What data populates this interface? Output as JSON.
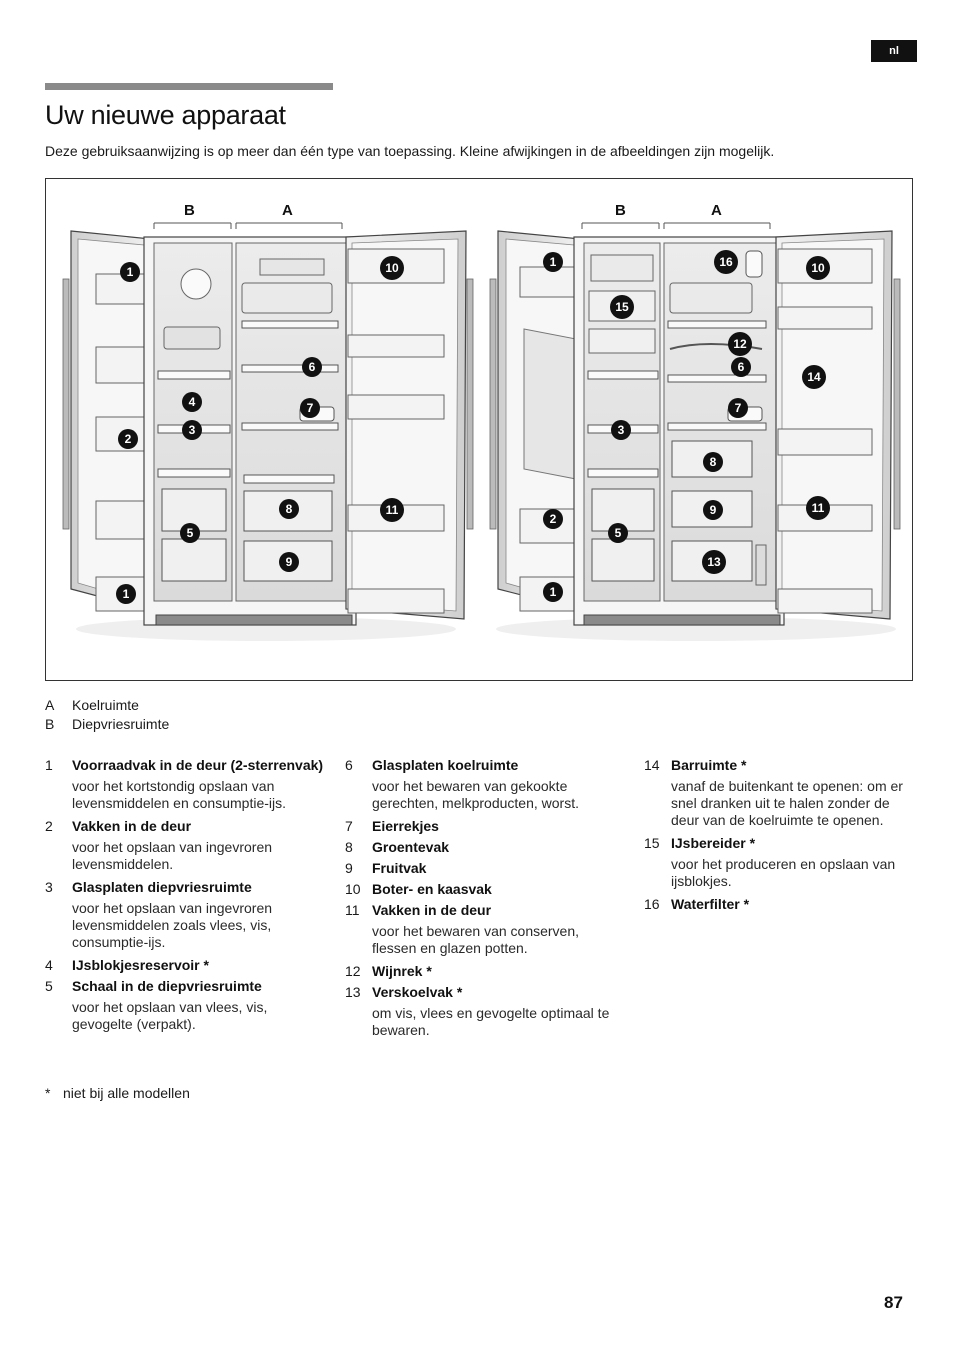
{
  "lang_tag": "nl",
  "title": "Uw nieuwe apparaat",
  "intro": "Deze gebruiksaanwijzing is op meer dan één type van toepassing. Kleine afwijkingen in de afbeeldingen zijn mogelijk.",
  "figure": {
    "left_fridge": {
      "label_b": "B",
      "label_a": "A",
      "badges": [
        "1",
        "4",
        "3",
        "2",
        "5",
        "1",
        "10",
        "6",
        "7",
        "8",
        "11",
        "9"
      ]
    },
    "right_fridge": {
      "label_b": "B",
      "label_a": "A",
      "badges": [
        "1",
        "15",
        "3",
        "2",
        "5",
        "1",
        "16",
        "10",
        "12",
        "6",
        "14",
        "7",
        "8",
        "9",
        "11",
        "13"
      ]
    }
  },
  "legend_ab": [
    {
      "key": "A",
      "label": "Koelruimte"
    },
    {
      "key": "B",
      "label": "Diepvriesruimte"
    }
  ],
  "col1": [
    {
      "num": "1",
      "label": "Voorraadvak in de deur (2-sterrenvak)",
      "desc": "voor het kortstondig opslaan van levensmiddelen en consumptie-ijs."
    },
    {
      "num": "2",
      "label": "Vakken in de deur",
      "desc": "voor het opslaan van ingevroren levensmiddelen."
    },
    {
      "num": "3",
      "label": "Glasplaten diepvriesruimte",
      "desc": "voor het opslaan van ingevroren levensmiddelen zoals vlees, vis, consumptie-ijs."
    },
    {
      "num": "4",
      "label": "IJsblokjesreservoir *",
      "desc": ""
    },
    {
      "num": "5",
      "label": "Schaal in de diepvriesruimte",
      "desc": "voor het opslaan van vlees, vis, gevogelte (verpakt)."
    }
  ],
  "col2": [
    {
      "num": "6",
      "label": "Glasplaten koelruimte",
      "desc": "voor het bewaren van gekookte gerechten, melkproducten, worst."
    },
    {
      "num": "7",
      "label": "Eierrekjes",
      "desc": ""
    },
    {
      "num": "8",
      "label": "Groentevak",
      "desc": ""
    },
    {
      "num": "9",
      "label": "Fruitvak",
      "desc": ""
    },
    {
      "num": "10",
      "label": "Boter- en kaasvak",
      "desc": ""
    },
    {
      "num": "11",
      "label": "Vakken in de deur",
      "desc": "voor het bewaren van conserven, flessen en glazen potten."
    },
    {
      "num": "12",
      "label": "Wijnrek *",
      "desc": ""
    },
    {
      "num": "13",
      "label": "Verskoelvak *",
      "desc": "om vis, vlees en gevogelte optimaal te bewaren."
    }
  ],
  "col3": [
    {
      "num": "14",
      "label": "Barruimte *",
      "desc": "vanaf de buitenkant te openen: om er snel dranken uit te halen zonder de deur van de koelruimte te openen."
    },
    {
      "num": "15",
      "label": "IJsbereider *",
      "desc": "voor het produceren en opslaan van ijsblokjes."
    },
    {
      "num": "16",
      "label": "Waterfilter *",
      "desc": ""
    }
  ],
  "footnote": {
    "star": "*",
    "text": "niet bij alle modellen"
  },
  "page_number": "87"
}
